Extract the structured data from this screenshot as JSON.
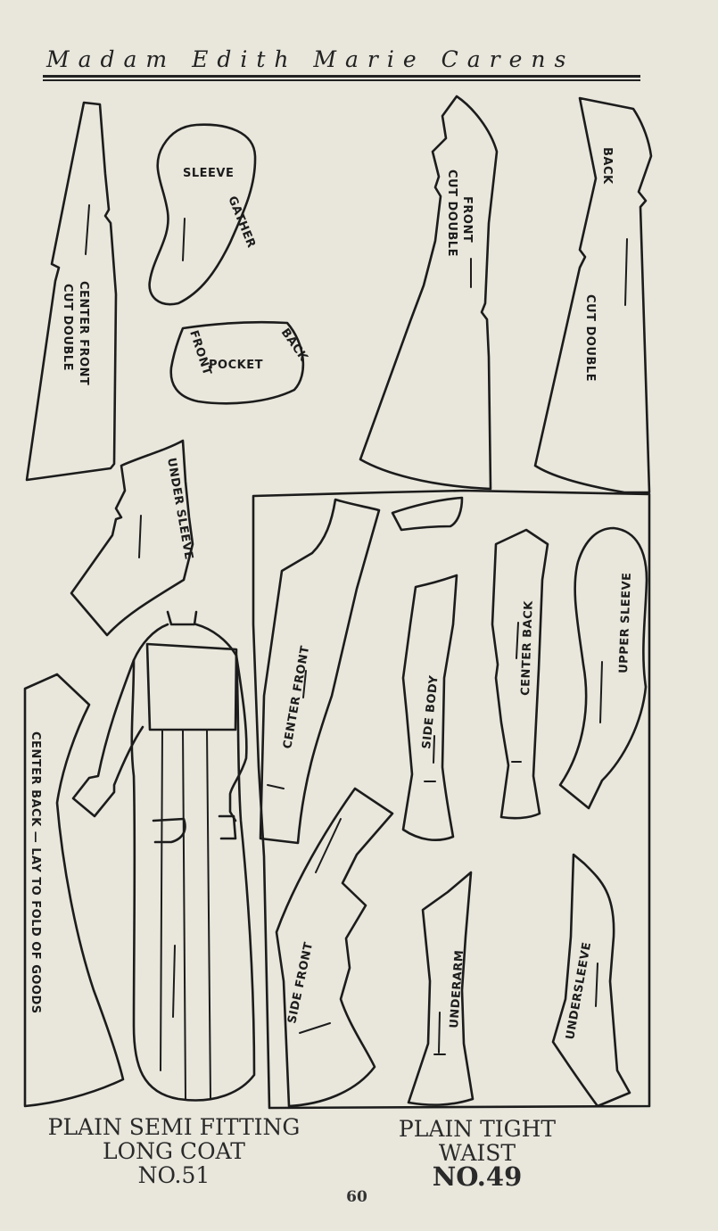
{
  "header": {
    "title": "Madam Edith Marie Carens"
  },
  "pieces": {
    "center_front_coat": [
      "CENTER FRONT",
      "CUT DOUBLE"
    ],
    "sleeve": [
      "SLEEVE",
      "GATHER"
    ],
    "pocket": [
      "POCKET",
      "FRONT",
      "BACK"
    ],
    "front": [
      "FRONT",
      "CUT DOUBLE"
    ],
    "back": [
      "BACK",
      "CUT DOUBLE"
    ],
    "under_sleeve": "UNDER SLEEVE",
    "center_back_coat": "CENTER BACK — LAY TO FOLD OF GOODS",
    "center_front_waist": "CENTER FRONT",
    "side_body": "SIDE BODY",
    "center_back_waist": "CENTER BACK",
    "upper_sleeve": "UPPER SLEEVE",
    "side_front": "SIDE FRONT",
    "underarm": "UNDERARM",
    "undersleeve": "UNDERSLEEVE"
  },
  "captions": {
    "left": {
      "line1": "PLAIN SEMI FITTING",
      "line2": "LONG COAT",
      "line3": "NO.51"
    },
    "right": {
      "line1": "PLAIN TIGHT",
      "line2": "WAIST",
      "line3": "NO.49"
    }
  },
  "page_number": "60"
}
